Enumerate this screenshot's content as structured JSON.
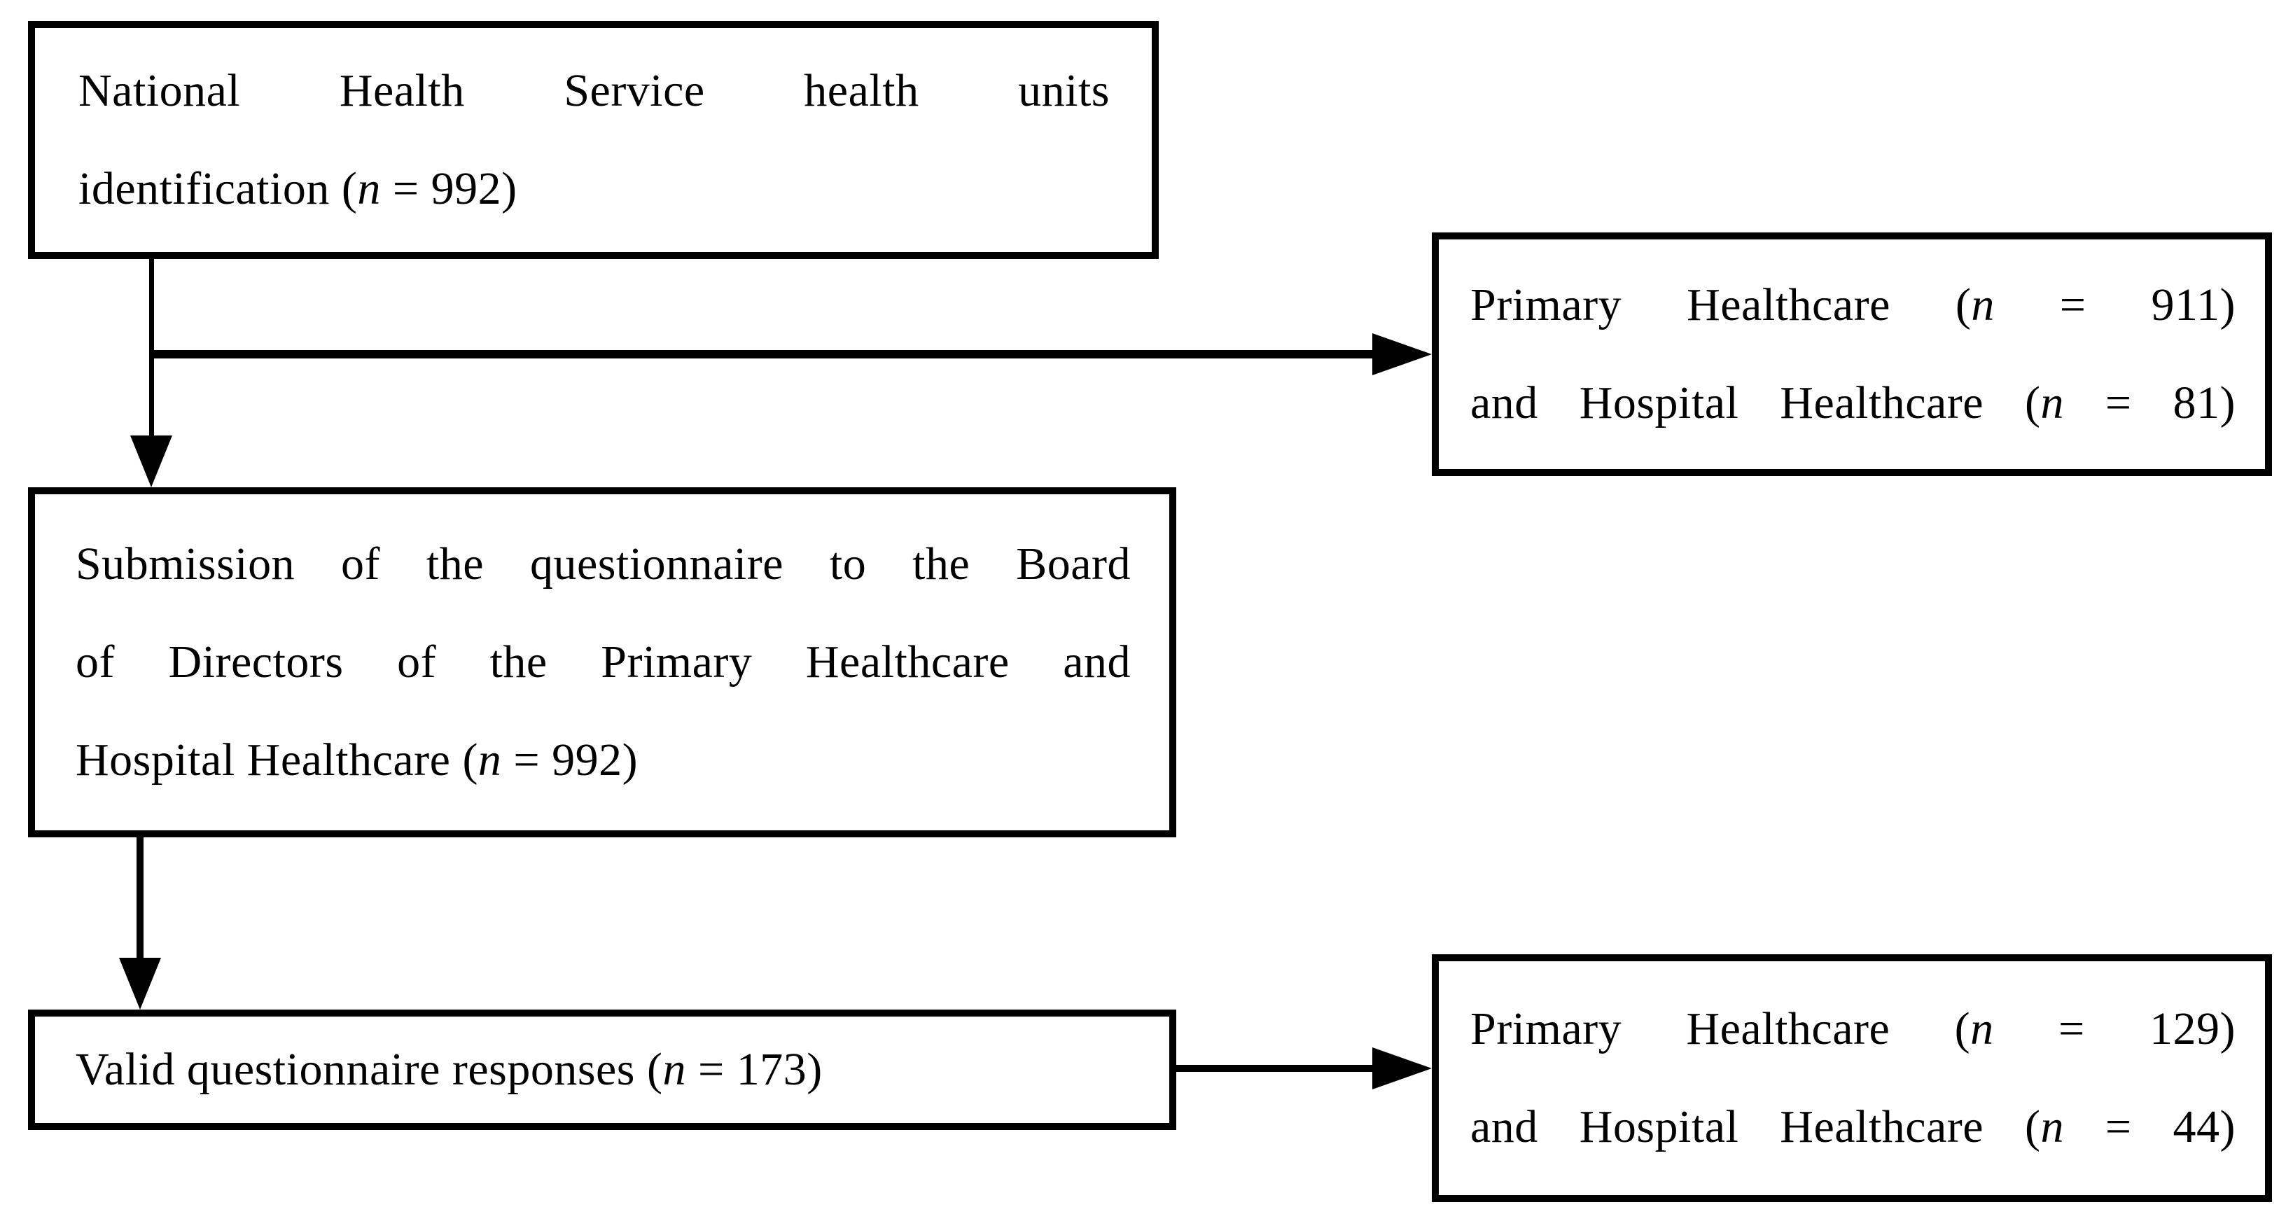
{
  "figure": {
    "background_color": "#ffffff",
    "line_color": "#000000",
    "boxes": {
      "b1": {
        "lines": {
          "l1": {
            "text": "National Health Service health units"
          },
          "l2": {
            "pre": "identification (",
            "n": "n",
            "post": " = 992)"
          }
        }
      },
      "b2": {
        "lines": {
          "l1": {
            "pre": "Primary Healthcare (",
            "n": "n",
            "post": " = 911)"
          },
          "l2": {
            "pre": "and Hospital Healthcare (",
            "n": "n",
            "post": " = 81)"
          }
        }
      },
      "b3": {
        "lines": {
          "l1": {
            "text": "Submission of the questionnaire to the Board"
          },
          "l2": {
            "text": "of Directors of the Primary Healthcare and"
          },
          "l3": {
            "pre": "Hospital Healthcare (",
            "n": "n",
            "post": " = 992)"
          }
        }
      },
      "b4": {
        "lines": {
          "l1": {
            "pre": "Valid questionnaire responses (",
            "n": "n",
            "post": " = 173)"
          }
        }
      },
      "b5": {
        "lines": {
          "l1": {
            "pre": "Primary Healthcare (",
            "n": "n",
            "post": " = 129)"
          },
          "l2": {
            "pre": "and Hospital Healthcare (",
            "n": "n",
            "post": " = 44)"
          }
        }
      }
    }
  }
}
